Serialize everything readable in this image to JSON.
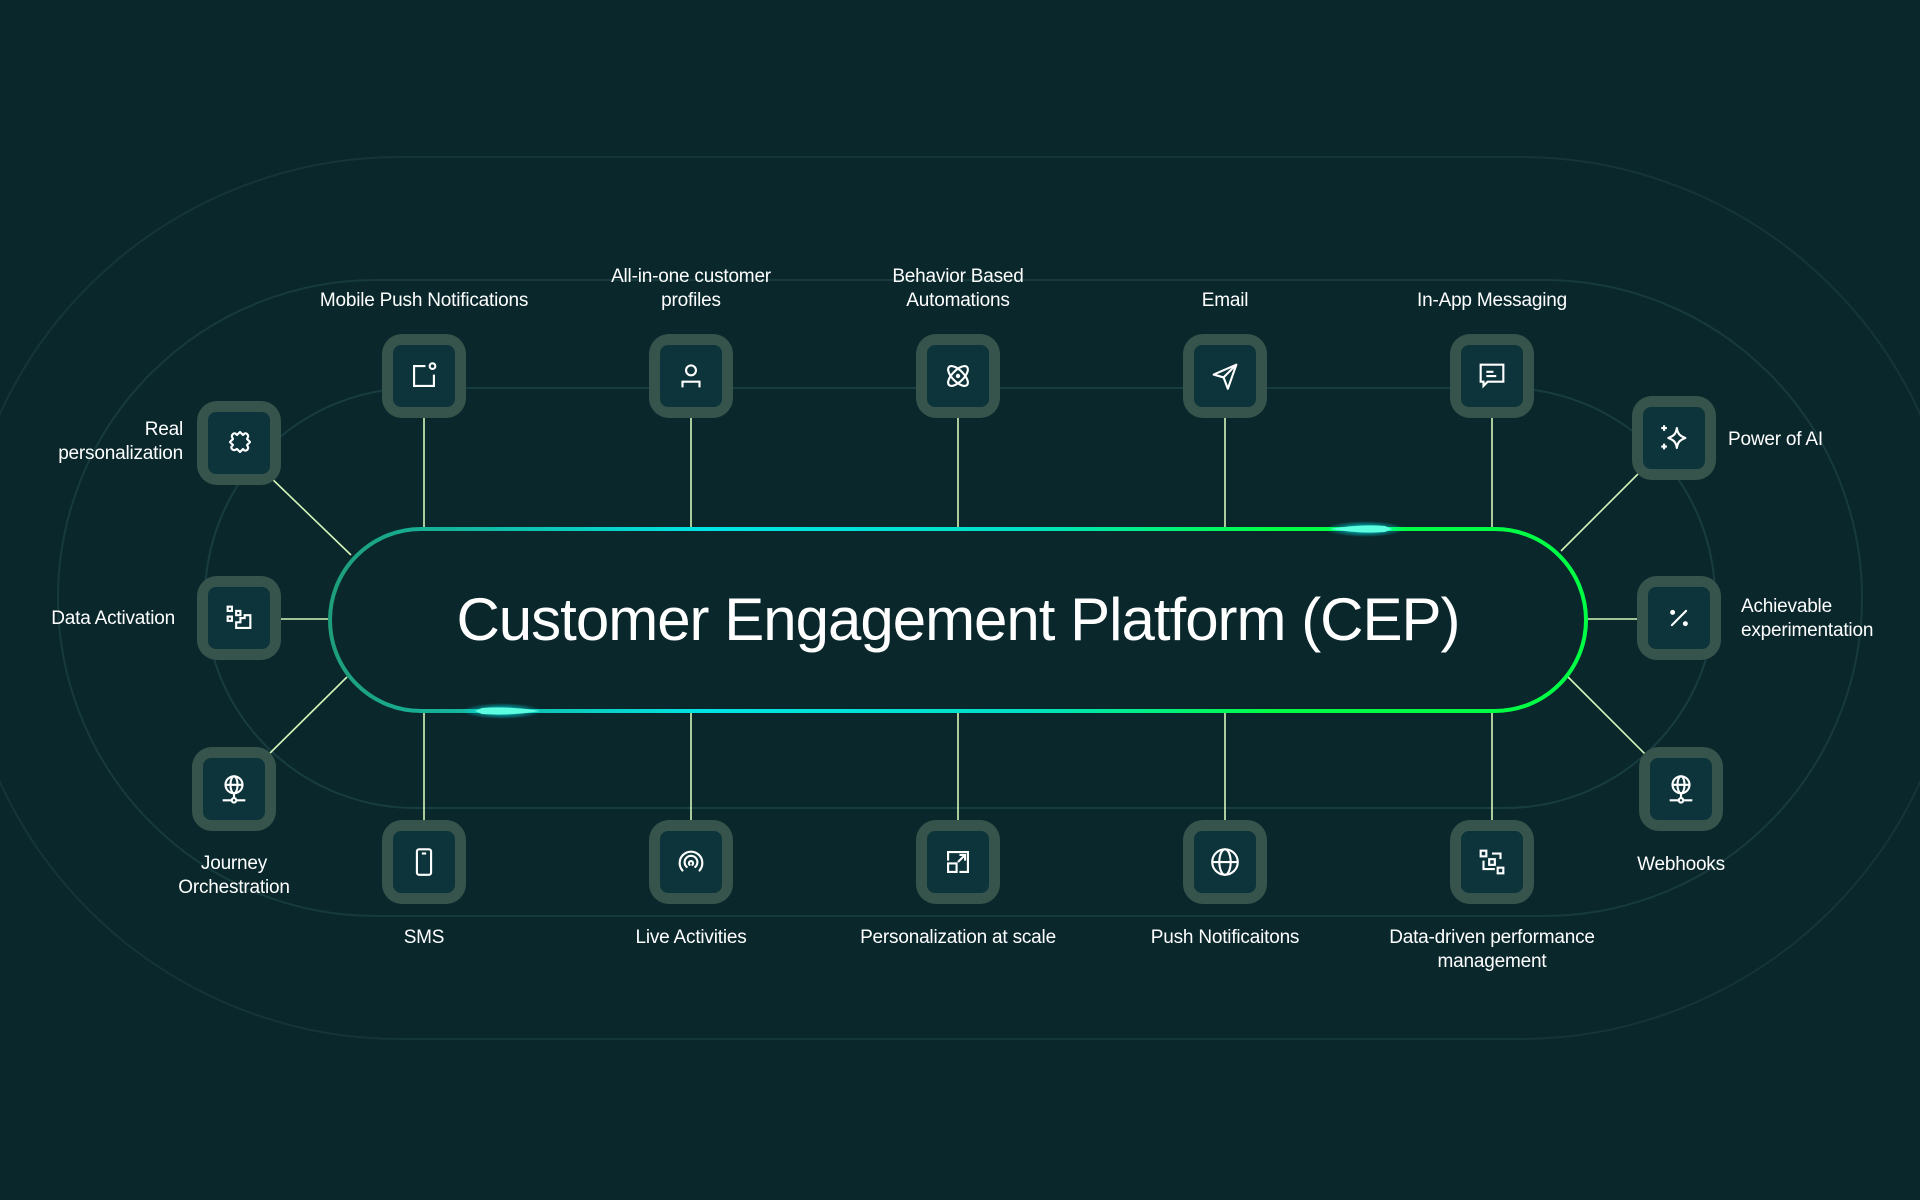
{
  "center": {
    "title": "Customer Engagement Platform (CEP)"
  },
  "colors": {
    "background": "#0a272c",
    "node_outer": "#37544c",
    "node_inner": "#0c343a",
    "connector": "#d6f5b8",
    "pill_gradient_start": "#1e9e7a",
    "pill_gradient_mid": "#00e5e5",
    "pill_gradient_end": "#00ff44",
    "orbit": "#173a3d"
  },
  "top_nodes": [
    {
      "label": "Mobile Push Notifications",
      "icon": "mobile-notification-icon"
    },
    {
      "label": "All-in-one customer\nprofiles",
      "icon": "user-profile-icon"
    },
    {
      "label": "Behavior Based\nAutomations",
      "icon": "atom-icon"
    },
    {
      "label": "Email",
      "icon": "send-paper-plane-icon"
    },
    {
      "label": "In-App Messaging",
      "icon": "chat-bubble-icon"
    }
  ],
  "bottom_nodes": [
    {
      "label": "SMS",
      "icon": "smartphone-icon"
    },
    {
      "label": "Live Activities",
      "icon": "broadcast-signal-icon"
    },
    {
      "label": "Personalization at scale",
      "icon": "scale-up-icon"
    },
    {
      "label": "Push Notificaitons",
      "icon": "globe-icon"
    },
    {
      "label": "Data-driven performance\nmanagement",
      "icon": "workflow-nodes-icon"
    }
  ],
  "left_nodes": [
    {
      "label": "Real\npersonalization",
      "icon": "puzzle-piece-icon"
    },
    {
      "label": "Data Activation",
      "icon": "data-steps-icon"
    },
    {
      "label": "Journey\nOrchestration",
      "icon": "globe-network-icon"
    }
  ],
  "right_nodes": [
    {
      "label": "Power of AI",
      "icon": "sparkles-icon"
    },
    {
      "label": "Achievable\nexperimentation",
      "icon": "percent-icon"
    },
    {
      "label": "Webhooks",
      "icon": "globe-network-icon"
    }
  ]
}
